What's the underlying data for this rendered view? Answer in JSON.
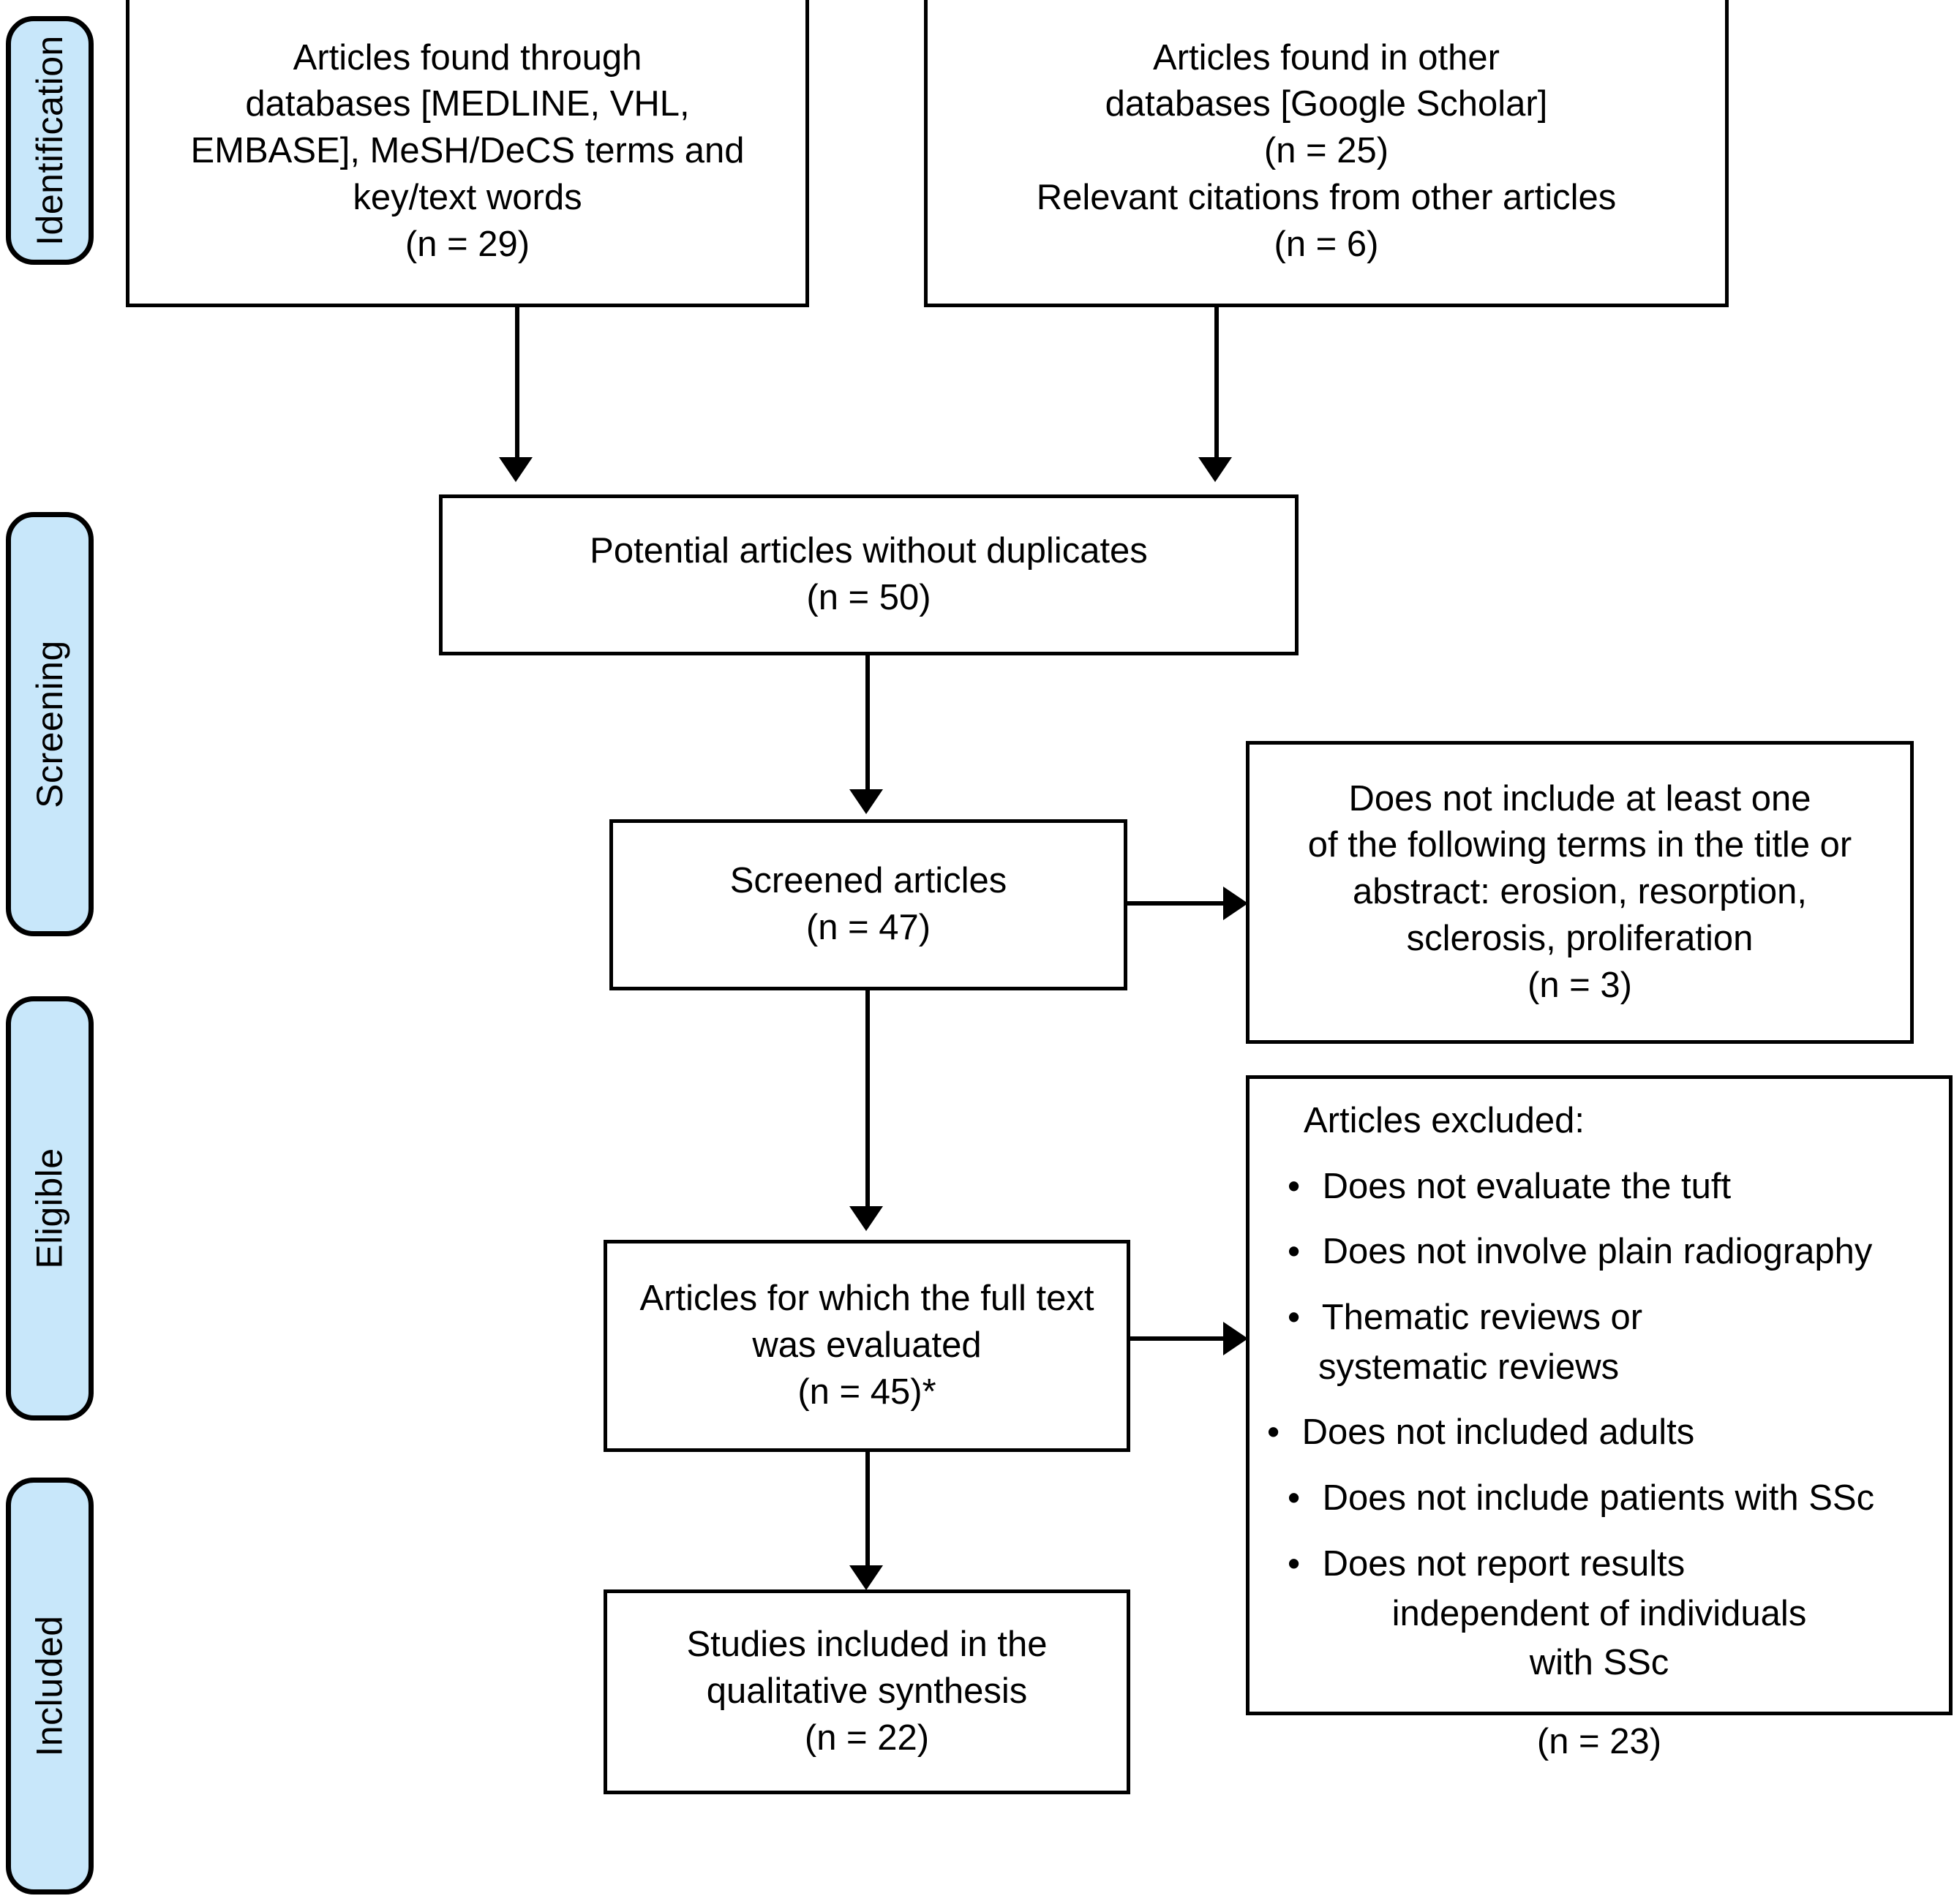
{
  "diagram": {
    "title": "PRISMA flow diagram of article selection",
    "accent_color": "#c8e7fa",
    "border_color": "#000000",
    "background_color": "#ffffff"
  },
  "stages": [
    {
      "id": "identification",
      "label": "Identification"
    },
    {
      "id": "screening",
      "label": "Screening"
    },
    {
      "id": "eligible",
      "label": "Eligible"
    },
    {
      "id": "included",
      "label": "Included"
    }
  ],
  "boxes": {
    "databases": {
      "lines": [
        "Articles found through",
        "databases [MEDLINE, VHL,",
        "EMBASE], MeSH/DeCS terms and",
        "key/text words",
        "(n = 29)"
      ],
      "count": 29
    },
    "other_sources": {
      "lines": [
        "Articles found in other",
        "databases [Google Scholar]",
        "(n = 25)",
        "Relevant citations from other articles",
        "(n = 6)"
      ],
      "counts": [
        25,
        6
      ]
    },
    "no_duplicates": {
      "lines": [
        "Potential articles without duplicates",
        "(n = 50)"
      ],
      "count": 50
    },
    "screened": {
      "lines": [
        "Screened articles",
        "(n = 47)"
      ],
      "count": 47
    },
    "screening_excluded": {
      "lines": [
        "Does not include at least one",
        "of the following terms in the title or",
        "abstract: erosion, resorption,",
        "sclerosis, proliferation",
        "(n = 3)"
      ],
      "count": 3
    },
    "full_text": {
      "lines": [
        "Articles for which the full text",
        "was evaluated",
        "(n = 45)*"
      ],
      "count": 45
    },
    "articles_excluded": {
      "title": "Articles excluded:",
      "items": [
        "Does not evaluate the tuft",
        "Does not involve plain radiography",
        "Thematic reviews or",
        "systematic reviews",
        "Does not included adults",
        "Does not include patients with SSc",
        "Does not report results",
        "independent of individuals",
        "with SSc"
      ],
      "bullet_glyph": "•",
      "count_line": "(n = 23)",
      "count": 23
    },
    "included_studies": {
      "lines": [
        "Studies included in the",
        "qualitative synthesis",
        "(n = 22)"
      ],
      "count": 22
    }
  },
  "icons": {
    "arrow_down": "arrow-down-icon",
    "arrow_right": "arrow-right-icon"
  }
}
